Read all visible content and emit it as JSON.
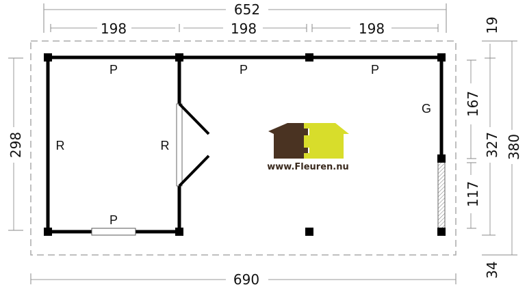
{
  "dimensions": {
    "overall_inner_width": "652",
    "section_1_width": "198",
    "section_2_width": "198",
    "section_3_width": "198",
    "overall_outer_width": "690",
    "left_depth": "298",
    "right_top_offset": "19",
    "right_upper_segment": "167",
    "right_lower_segment": "117",
    "right_inner_depth": "327",
    "right_outer_depth": "380",
    "right_bottom_offset": "34"
  },
  "wall_labels": {
    "top_left": "P",
    "top_middle": "P",
    "top_right": "P",
    "left": "R",
    "partition": "R",
    "right_side": "G",
    "bottom_left": "P"
  },
  "logo": {
    "url_text": "www.Fleuren.nu",
    "brown_color": "#4a3322",
    "yellow_color": "#d8dd2b"
  },
  "colors": {
    "wall": "#000000",
    "dimension_line": "#999999",
    "dashed_outline": "#aaaaaa"
  }
}
